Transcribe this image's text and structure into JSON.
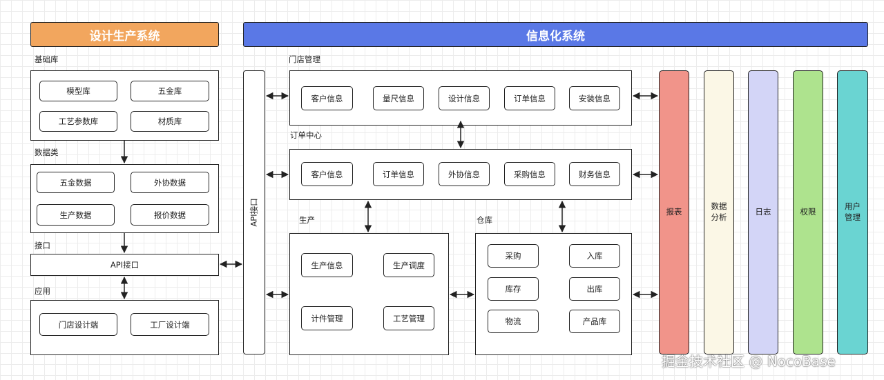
{
  "headers": {
    "design": "设计生产系统",
    "info": "信息化系统"
  },
  "left": {
    "base_label": "基础库",
    "base_items": [
      "模型库",
      "五金库",
      "工艺参数库",
      "材质库"
    ],
    "data_label": "数据类",
    "data_items": [
      "五金数据",
      "外协数据",
      "生产数据",
      "报价数据"
    ],
    "interface_label": "接口",
    "api_label": "API接口",
    "app_label": "应用",
    "app_items": [
      "门店设计端",
      "工厂设计端"
    ]
  },
  "api_vertical": "API接口",
  "store": {
    "label": "门店管理",
    "items": [
      "客户信息",
      "量尺信息",
      "设计信息",
      "订单信息",
      "安装信息"
    ]
  },
  "order": {
    "label": "订单中心",
    "items": [
      "客户信息",
      "订单信息",
      "外协信息",
      "采购信息",
      "财务信息"
    ]
  },
  "production": {
    "label": "生产",
    "items": [
      "生产信息",
      "生产调度",
      "计件管理",
      "工艺管理"
    ]
  },
  "warehouse": {
    "label": "仓库",
    "items": [
      "采购",
      "入库",
      "库存",
      "出库",
      "物流",
      "产品库"
    ]
  },
  "side_bars": [
    {
      "label": "报表",
      "color": "#f1948a"
    },
    {
      "label": "数据分析",
      "line1": "数据",
      "line2": "分析",
      "color": "#fbf7e6"
    },
    {
      "label": "日志",
      "color": "#d3d5f7"
    },
    {
      "label": "权限",
      "color": "#aee38e"
    },
    {
      "label": "用户管理",
      "line1": "用户",
      "line2": "管理",
      "color": "#6ad4d2"
    }
  ],
  "colors": {
    "design_header": "#f2a65e",
    "info_header": "#5a78e6"
  },
  "watermark": "掘金技术社区 @ NocoBase"
}
